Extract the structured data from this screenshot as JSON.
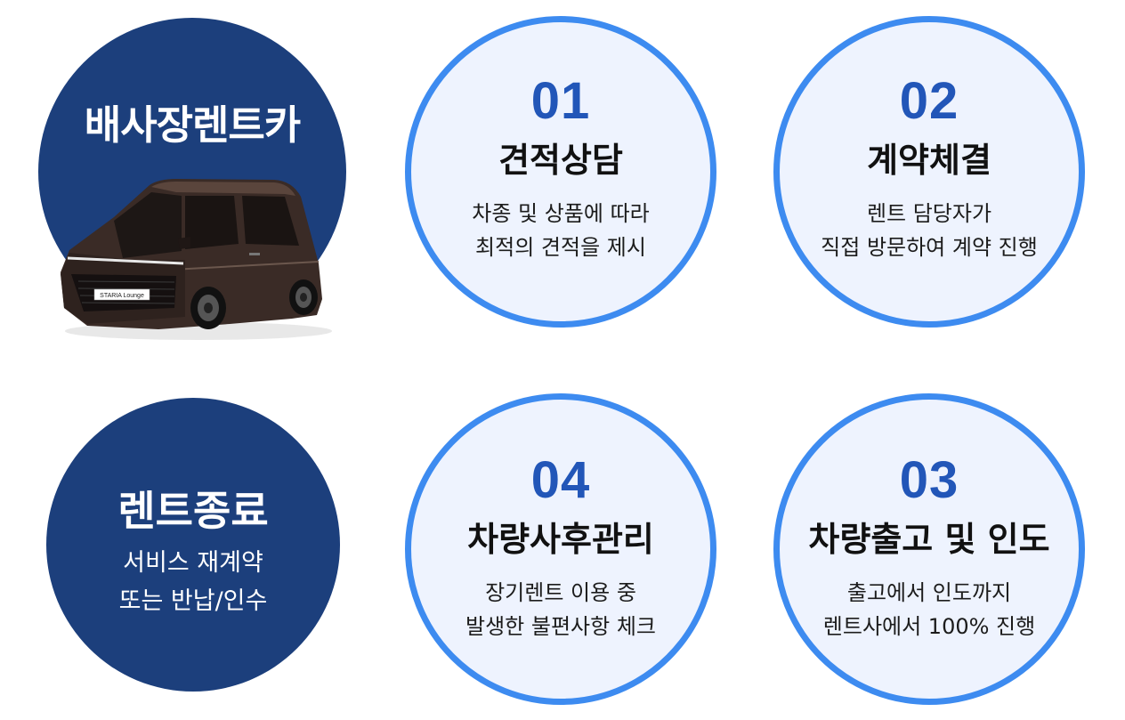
{
  "brand": {
    "title": "배사장렌트카",
    "van_plate": "STARIA Lounge"
  },
  "end": {
    "title": "렌트종료",
    "desc_line1": "서비스 재계약",
    "desc_line2": "또는 반납/인수"
  },
  "steps": [
    {
      "num": "01",
      "title": "견적상담",
      "line1": "차종 및 상품에 따라",
      "line2": "최적의 견적을 제시"
    },
    {
      "num": "02",
      "title": "계약체결",
      "line1": "렌트 담당자가",
      "line2": "직접 방문하여 계약 진행"
    },
    {
      "num": "03",
      "title": "차량출고 및 인도",
      "line1": "출고에서 인도까지",
      "line2": "렌트사에서 100% 진행"
    },
    {
      "num": "04",
      "title": "차량사후관리",
      "line1": "장기렌트 이용 중",
      "line2": "발생한 불편사항 체크"
    }
  ],
  "colors": {
    "navy": "#1c3f7c",
    "step_border": "#3d8bf0",
    "step_fill": "#eef3fe",
    "step_number": "#2256b8",
    "van_body": "#3a2b26"
  }
}
